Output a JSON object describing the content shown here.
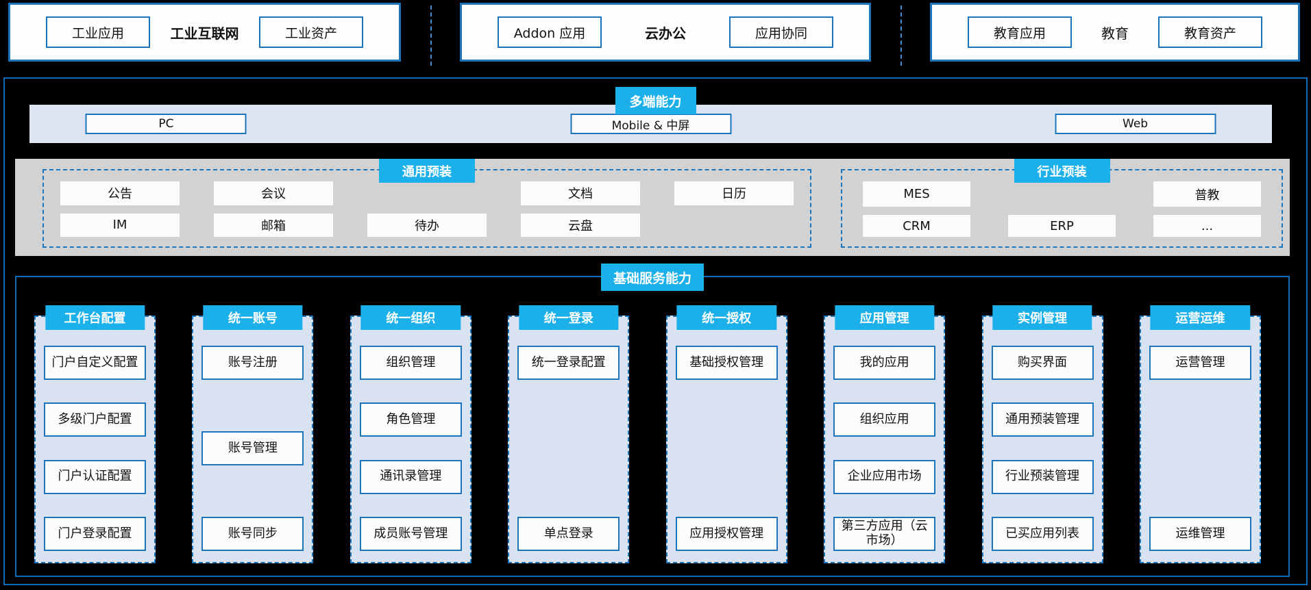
{
  "colors": {
    "accent_blue": "#1CB0EA",
    "box_border_blue": "#1B75BC",
    "frame_border_blue": "#0F6CB8",
    "panel_fill_blue": "#D9E2F0",
    "panel_fill_gray": "#D2D2D2",
    "background": "#000000"
  },
  "domains": [
    {
      "left_chip": "工业应用",
      "title": "工业互联网",
      "right_chip": "工业资产"
    },
    {
      "left_chip": "Addon 应用",
      "title": "云办公",
      "right_chip": "应用协同"
    },
    {
      "left_chip": "教育应用",
      "title": "教育",
      "right_chip": "教育资产"
    }
  ],
  "multi_terminal": {
    "tag": "多端能力",
    "items": [
      "PC",
      "Mobile & 中屏",
      "Web"
    ]
  },
  "preinstall": {
    "general": {
      "tag": "通用预装",
      "items": [
        "公告",
        "会议",
        "文档",
        "日历",
        "IM",
        "邮箱",
        "待办",
        "云盘"
      ]
    },
    "industry": {
      "tag": "行业预装",
      "items": [
        "MES",
        "普教",
        "CRM",
        "ERP",
        "..."
      ]
    }
  },
  "basic_services": {
    "tag": "基础服务能力",
    "columns": [
      {
        "title": "工作台配置",
        "items": [
          "门户自定义配置",
          "多级门户配置",
          "门户认证配置",
          "门户登录配置"
        ]
      },
      {
        "title": "统一账号",
        "items": [
          "账号注册",
          "账号管理",
          "账号同步"
        ]
      },
      {
        "title": "统一组织",
        "items": [
          "组织管理",
          "角色管理",
          "通讯录管理",
          "成员账号管理"
        ]
      },
      {
        "title": "统一登录",
        "items": [
          "统一登录配置",
          "单点登录"
        ]
      },
      {
        "title": "统一授权",
        "items": [
          "基础授权管理",
          "应用授权管理"
        ]
      },
      {
        "title": "应用管理",
        "items": [
          "我的应用",
          "组织应用",
          "企业应用市场",
          "第三方应用（云市场）"
        ]
      },
      {
        "title": "实例管理",
        "items": [
          "购买界面",
          "通用预装管理",
          "行业预装管理",
          "已买应用列表"
        ]
      },
      {
        "title": "运营运维",
        "items": [
          "运营管理",
          "运维管理"
        ]
      }
    ]
  }
}
